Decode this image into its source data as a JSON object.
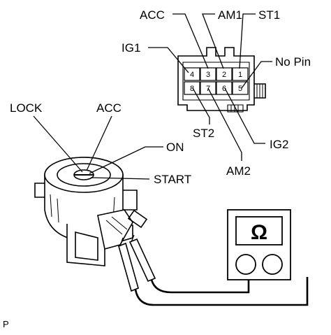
{
  "connector_labels": {
    "acc": "ACC",
    "am1": "AM1",
    "st1": "ST1",
    "ig1": "IG1",
    "no_pin": "No Pin",
    "st2": "ST2",
    "ig2": "IG2",
    "am2": "AM2"
  },
  "connector_pins": {
    "top_row": [
      "4",
      "3",
      "2",
      "1"
    ],
    "bottom_row": [
      "8",
      "7",
      "6",
      "5"
    ]
  },
  "switch_positions": {
    "lock": "LOCK",
    "acc": "ACC",
    "on": "ON",
    "start": "START"
  },
  "meter": {
    "symbol": "Ω"
  },
  "figure_code": "P"
}
